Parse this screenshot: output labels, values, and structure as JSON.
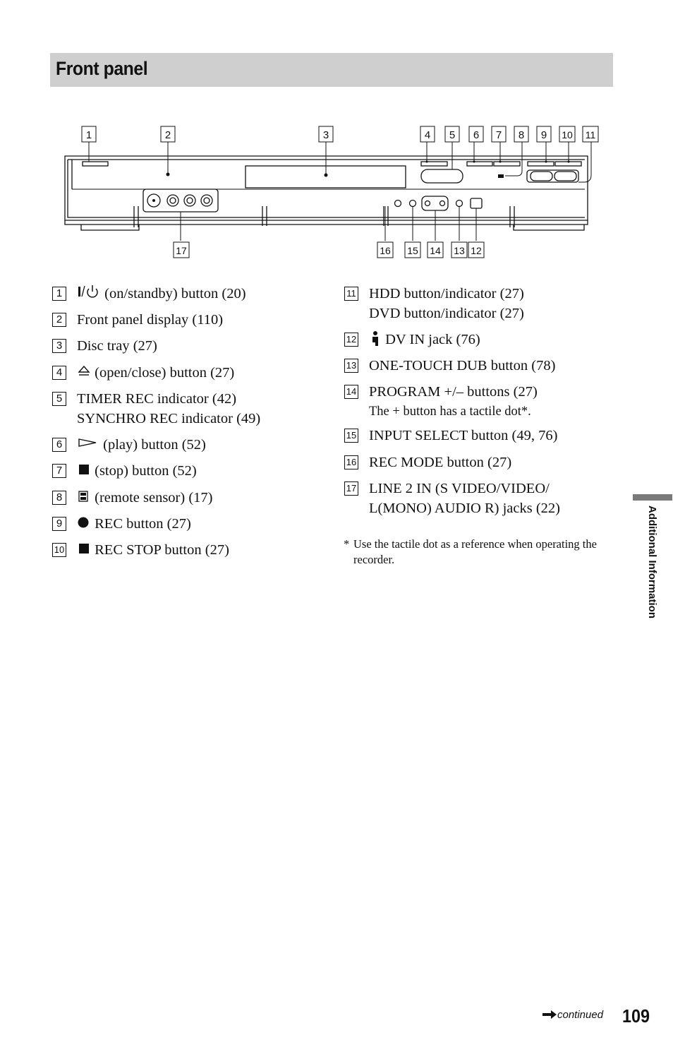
{
  "section": {
    "title": "Front panel"
  },
  "diagram": {
    "top_labels": [
      "1",
      "2",
      "3",
      "4",
      "5",
      "6",
      "7",
      "8",
      "9",
      "10",
      "11"
    ],
    "bottom_labels": [
      "17",
      "16",
      "15",
      "14",
      "13",
      "12"
    ]
  },
  "left_items": [
    {
      "num": "1",
      "lines": [
        "(on/standby) button (20)"
      ],
      "icon": "power-icon"
    },
    {
      "num": "2",
      "lines": [
        "Front panel display (110)"
      ]
    },
    {
      "num": "3",
      "lines": [
        "Disc tray (27)"
      ]
    },
    {
      "num": "4",
      "lines": [
        "(open/close) button (27)"
      ],
      "icon": "eject-icon"
    },
    {
      "num": "5",
      "lines": [
        "TIMER REC indicator (42)",
        "SYNCHRO REC indicator (49)"
      ]
    },
    {
      "num": "6",
      "lines": [
        "(play) button (52)"
      ],
      "icon": "play-icon"
    },
    {
      "num": "7",
      "lines": [
        "(stop) button (52)"
      ],
      "icon": "stop-icon"
    },
    {
      "num": "8",
      "lines": [
        "(remote sensor) (17)"
      ],
      "icon": "remote-sensor-icon"
    },
    {
      "num": "9",
      "lines": [
        "REC button (27)"
      ],
      "icon": "record-dot-icon"
    },
    {
      "num": "10",
      "lines": [
        "REC STOP button (27)"
      ],
      "icon": "stop-icon"
    }
  ],
  "right_items": [
    {
      "num": "11",
      "lines": [
        "HDD button/indicator (27)",
        "DVD button/indicator (27)"
      ]
    },
    {
      "num": "12",
      "lines": [
        "DV IN jack (76)"
      ],
      "icon": "dv-icon"
    },
    {
      "num": "13",
      "lines": [
        "ONE-TOUCH DUB button (78)"
      ]
    },
    {
      "num": "14",
      "lines": [
        "PROGRAM +/– buttons (27)"
      ],
      "sub": "The + button has a tactile dot*."
    },
    {
      "num": "15",
      "lines": [
        "INPUT SELECT button (49, 76)"
      ]
    },
    {
      "num": "16",
      "lines": [
        "REC MODE button (27)"
      ]
    },
    {
      "num": "17",
      "lines": [
        "LINE 2 IN (S VIDEO/VIDEO/",
        "L(MONO) AUDIO R) jacks (22)"
      ]
    }
  ],
  "footnote": {
    "marker": "*",
    "text": "Use the tactile dot as a reference when operating the recorder."
  },
  "side_tab": {
    "label": "Additional Information"
  },
  "footer": {
    "continued": "continued",
    "page_number": "109"
  }
}
